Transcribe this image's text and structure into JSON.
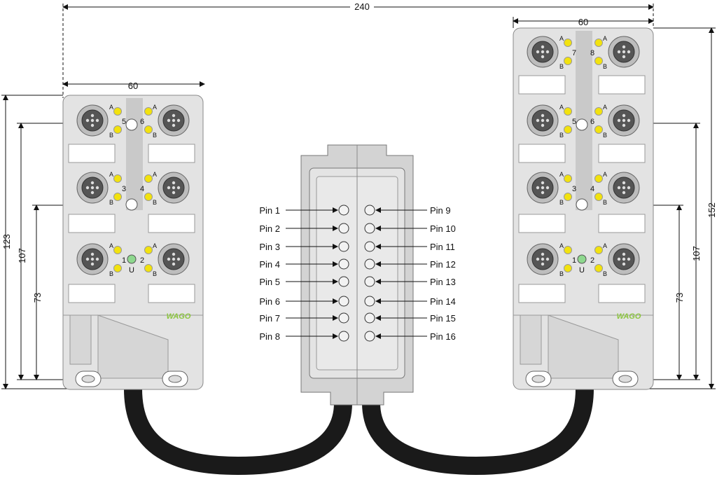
{
  "dimensions": {
    "overall_width": "240",
    "left_width": "60",
    "right_width": "60",
    "left_height_total": "123",
    "left_height_mid": "107",
    "left_height_low": "73",
    "right_height_total": "152",
    "right_height_mid": "107",
    "right_height_low": "73"
  },
  "left_box": {
    "ports": [
      "1",
      "2",
      "3",
      "4",
      "5",
      "6"
    ],
    "status_label": "U",
    "led_a": "A",
    "led_b": "B",
    "logo": "WAGO"
  },
  "right_box": {
    "ports": [
      "1",
      "2",
      "3",
      "4",
      "5",
      "6",
      "7",
      "8"
    ],
    "status_label": "U",
    "led_a": "A",
    "led_b": "B",
    "logo": "WAGO"
  },
  "connector": {
    "pins_left": [
      "Pin 1",
      "Pin 2",
      "Pin 3",
      "Pin 4",
      "Pin 5",
      "Pin 6",
      "Pin 7",
      "Pin 8"
    ],
    "pins_right": [
      "Pin 9",
      "Pin 10",
      "Pin 11",
      "Pin 12",
      "Pin 13",
      "Pin 14",
      "Pin 15",
      "Pin 16"
    ]
  },
  "colors": {
    "housing": "#e3e3e3",
    "housing_dark": "#c9c9c9",
    "led_yellow": "#f2e20e",
    "led_green": "#8ed88e",
    "logo_green": "#8cc63f",
    "cable": "#1a1a1a"
  }
}
